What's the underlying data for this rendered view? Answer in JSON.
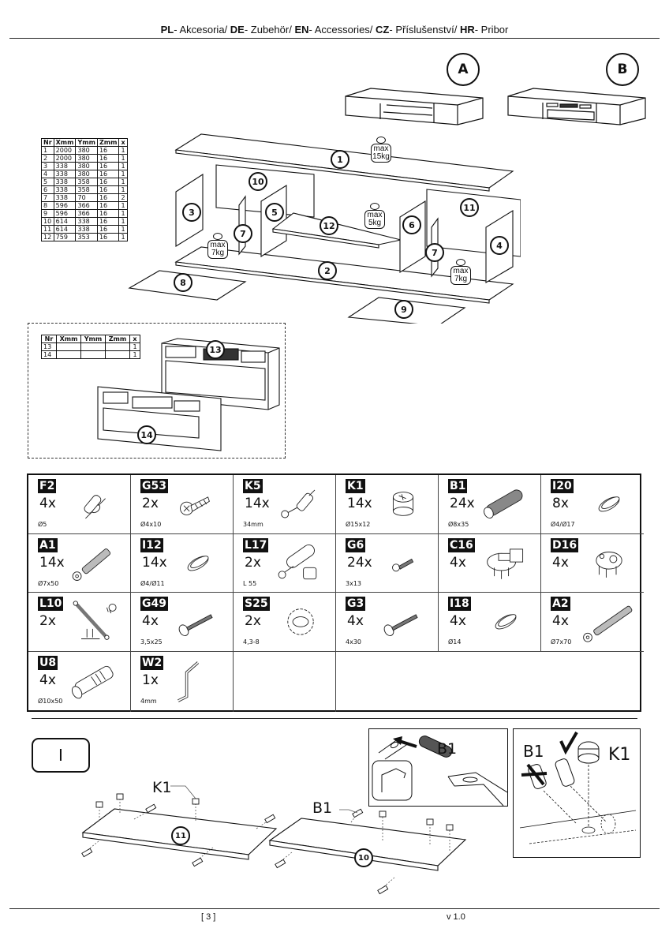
{
  "header": {
    "segments": [
      {
        "code": "PL",
        "text": "- Akcesoria/ "
      },
      {
        "code": "DE",
        "text": "- Zubehör/ "
      },
      {
        "code": "EN",
        "text": "- Accessories/ "
      },
      {
        "code": "CZ",
        "text": "- Příslušenství/ "
      },
      {
        "code": "HR",
        "text": "- Pribor"
      }
    ]
  },
  "variants": [
    {
      "label": "A"
    },
    {
      "label": "B"
    }
  ],
  "parts_table": {
    "columns": [
      "Nr",
      "Xmm",
      "Ymm",
      "Zmm",
      "x"
    ],
    "rows": [
      [
        "1",
        "2000",
        "380",
        "16",
        "1"
      ],
      [
        "2",
        "2000",
        "380",
        "16",
        "1"
      ],
      [
        "3",
        "338",
        "380",
        "16",
        "1"
      ],
      [
        "4",
        "338",
        "380",
        "16",
        "1"
      ],
      [
        "5",
        "338",
        "358",
        "16",
        "1"
      ],
      [
        "6",
        "338",
        "358",
        "16",
        "1"
      ],
      [
        "7",
        "338",
        "70",
        "16",
        "2"
      ],
      [
        "8",
        "596",
        "366",
        "16",
        "1"
      ],
      [
        "9",
        "596",
        "366",
        "16",
        "1"
      ],
      [
        "10",
        "614",
        "338",
        "16",
        "1"
      ],
      [
        "11",
        "614",
        "338",
        "16",
        "1"
      ],
      [
        "12",
        "759",
        "353",
        "16",
        "1"
      ]
    ]
  },
  "exploded_view": {
    "part_labels": [
      "1",
      "2",
      "3",
      "4",
      "5",
      "6",
      "7",
      "7",
      "8",
      "9",
      "10",
      "11",
      "12"
    ],
    "weights": [
      {
        "line1": "max",
        "line2": "15kg"
      },
      {
        "line1": "max",
        "line2": "5kg"
      },
      {
        "line1": "max",
        "line2": "7kg"
      },
      {
        "line1": "max",
        "line2": "7kg"
      }
    ]
  },
  "extra_table": {
    "columns": [
      "Nr",
      "Xmm",
      "Ymm",
      "Zmm",
      "x"
    ],
    "rows": [
      [
        "13",
        "",
        "",
        "",
        "1"
      ],
      [
        "14",
        "",
        "",
        "",
        "1"
      ]
    ],
    "labels": [
      "13",
      "14"
    ]
  },
  "accessories": [
    {
      "code": "F2",
      "qty": "4x",
      "dim": "Ø5",
      "icon": "shelf-pin-icon"
    },
    {
      "code": "G53",
      "qty": "2x",
      "dim": "Ø4x10",
      "icon": "short-screw-icon"
    },
    {
      "code": "K5",
      "qty": "14x",
      "dim": "34mm",
      "icon": "cam-bolt-icon"
    },
    {
      "code": "K1",
      "qty": "14x",
      "dim": "Ø15x12",
      "icon": "cam-lock-icon"
    },
    {
      "code": "B1",
      "qty": "24x",
      "dim": "Ø8x35",
      "icon": "dowel-icon"
    },
    {
      "code": "I20",
      "qty": "8x",
      "dim": "Ø4/Ø17",
      "icon": "cover-cap-icon"
    },
    {
      "code": "A1",
      "qty": "14x",
      "dim": "Ø7x50",
      "icon": "confirmat-screw-icon"
    },
    {
      "code": "I12",
      "qty": "14x",
      "dim": "Ø4/Ø11",
      "icon": "cover-cap-icon"
    },
    {
      "code": "L17",
      "qty": "2x",
      "dim": "L 55",
      "icon": "push-latch-icon"
    },
    {
      "code": "G6",
      "qty": "24x",
      "dim": "3x13",
      "icon": "small-screw-icon"
    },
    {
      "code": "C16",
      "qty": "4x",
      "dim": "",
      "icon": "hinge-icon"
    },
    {
      "code": "D16",
      "qty": "4x",
      "dim": "",
      "icon": "hinge-plate-icon"
    },
    {
      "code": "L10",
      "qty": "2x",
      "dim": "",
      "icon": "gas-strut-icon"
    },
    {
      "code": "G49",
      "qty": "4x",
      "dim": "3,5x25",
      "icon": "screw-icon"
    },
    {
      "code": "S25",
      "qty": "2x",
      "dim": "4,3-8",
      "icon": "lock-washer-icon"
    },
    {
      "code": "G3",
      "qty": "4x",
      "dim": "4x30",
      "icon": "screw-icon"
    },
    {
      "code": "I18",
      "qty": "4x",
      "dim": "Ø14",
      "icon": "cover-cap-icon"
    },
    {
      "code": "A2",
      "qty": "4x",
      "dim": "Ø7x70",
      "icon": "long-confirmat-screw-icon"
    },
    {
      "code": "U8",
      "qty": "4x",
      "dim": "Ø10x50",
      "icon": "wall-plug-icon"
    },
    {
      "code": "W2",
      "qty": "1x",
      "dim": "4mm",
      "icon": "hex-key-icon"
    }
  ],
  "step": {
    "label": "I",
    "callouts": {
      "k1": "K1",
      "b1": "B1"
    },
    "panels": [
      "11",
      "10"
    ],
    "detail_left": {
      "label": "B1"
    },
    "detail_right": {
      "wrong": "B1",
      "right": "K1"
    }
  },
  "footer": {
    "page": "[ 3 ]",
    "version": "v 1.0"
  }
}
